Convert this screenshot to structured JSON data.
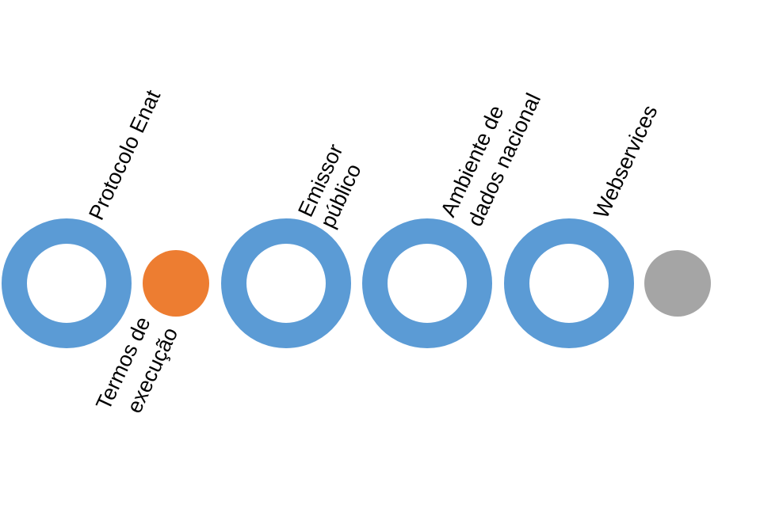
{
  "colors": {
    "ring": "#5b9bd5",
    "accent_dot": "#ed7d31",
    "end_dot": "#a5a5a5",
    "text": "#000000",
    "background": "#ffffff"
  },
  "milestones": [
    {
      "label_lines": [
        "Protocolo Enat"
      ]
    },
    {
      "label_lines": [
        "Termos de",
        "execução"
      ]
    },
    {
      "label_lines": [
        "Emissor",
        "público"
      ]
    },
    {
      "label_lines": [
        "Ambiente de",
        "dados nacional"
      ]
    },
    {
      "label_lines": [
        "Webservices"
      ]
    }
  ]
}
